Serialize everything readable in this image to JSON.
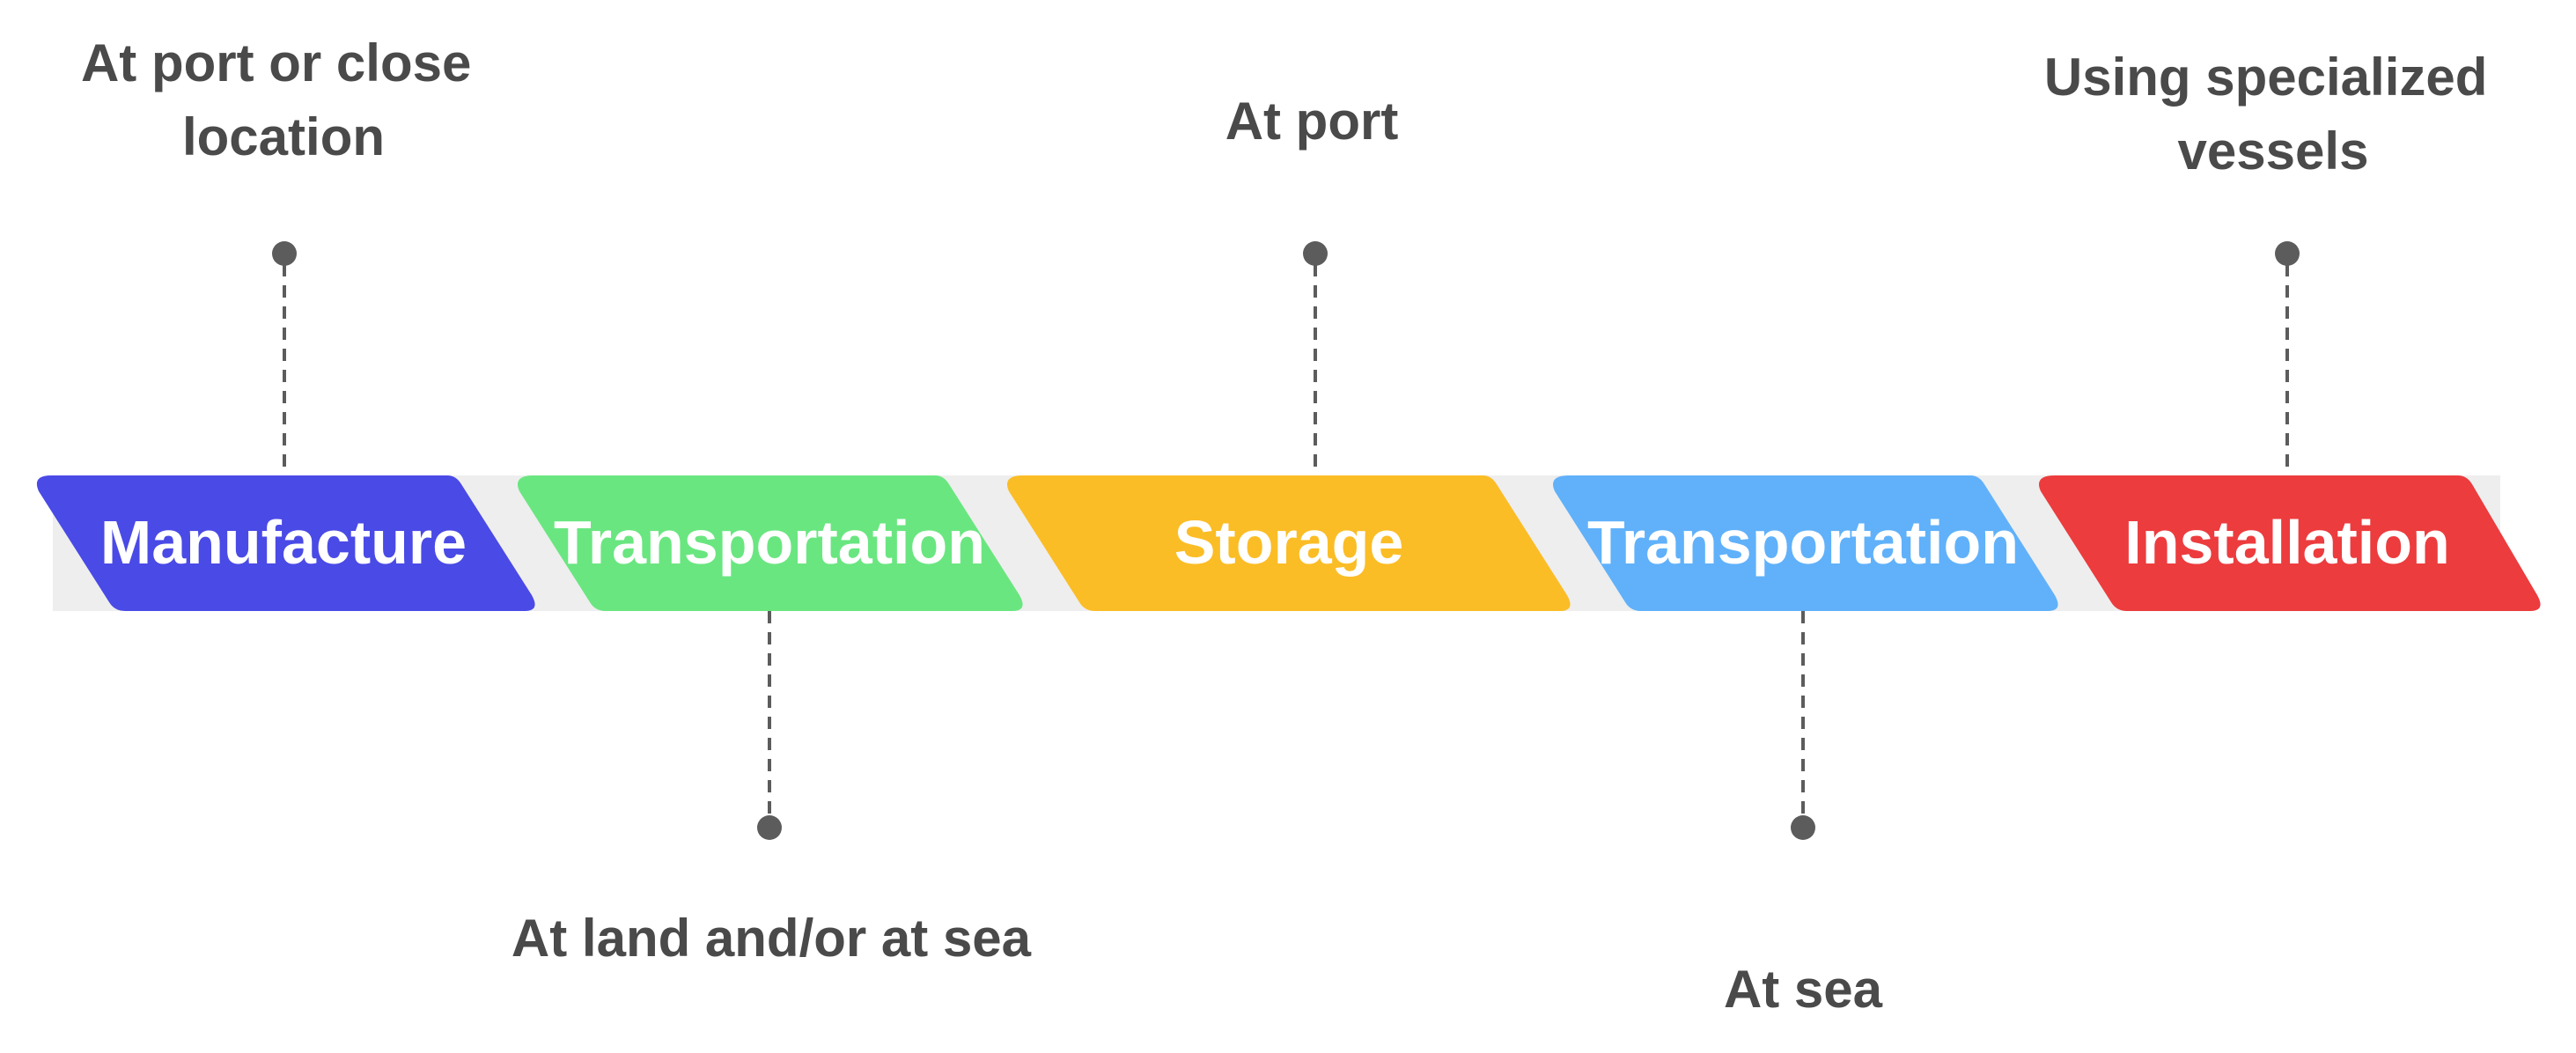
{
  "stages": [
    {
      "label": "Manufacture",
      "color": "#4a4ae6",
      "note_side": "top",
      "note": [
        "At port or close",
        "location"
      ]
    },
    {
      "label": "Transportation",
      "color": "#6ae680",
      "note_side": "bottom",
      "note": [
        "At land and/or at sea"
      ]
    },
    {
      "label": "Storage",
      "color": "#fbbd26",
      "note_side": "top",
      "note": [
        "At port"
      ]
    },
    {
      "label": "Transportation",
      "color": "#60b1fa",
      "note_side": "bottom",
      "note": [
        "At sea"
      ]
    },
    {
      "label": "Installation",
      "color": "#ec3c3e",
      "note_side": "top",
      "note": [
        "Using specialized",
        "vessels"
      ]
    }
  ],
  "colors": {
    "track": "#eeeeee",
    "connector": "#5c5c5c",
    "note_text": "#4a4a4a",
    "stage_text": "#ffffff"
  }
}
